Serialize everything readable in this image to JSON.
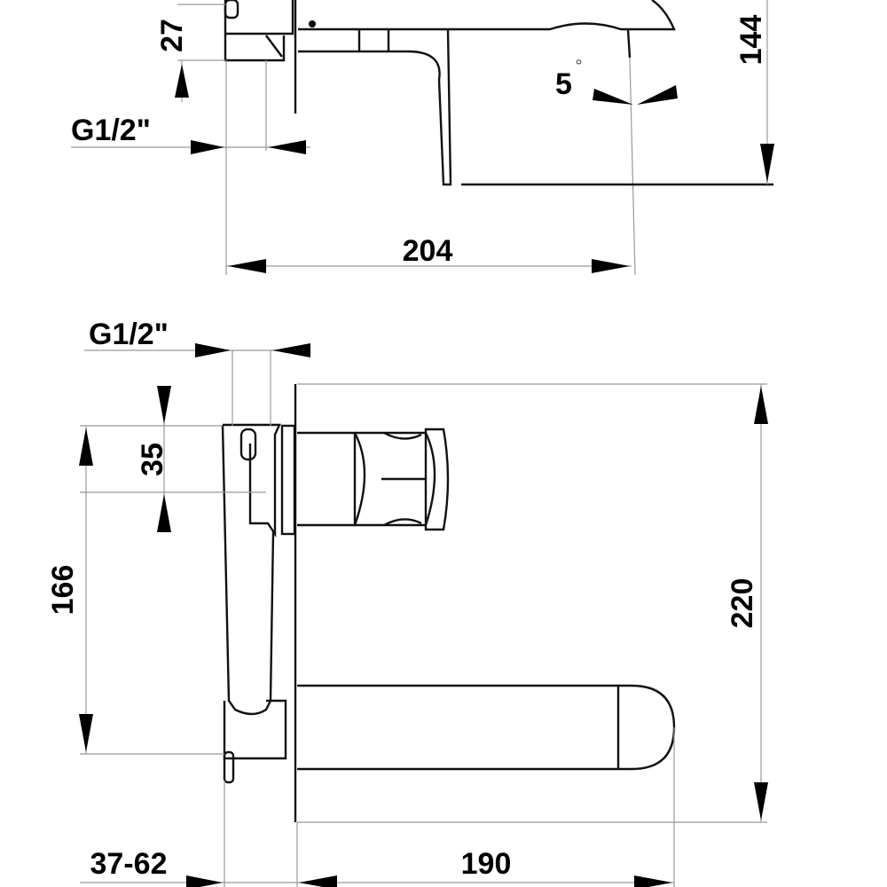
{
  "top_view": {
    "dim_height_body": "27",
    "dim_height_total": "144",
    "dim_angle": "5",
    "dim_angle_unit": "°",
    "dim_thread": "G1/2\"",
    "dim_length": "204"
  },
  "front_view": {
    "dim_thread": "G1/2\"",
    "dim_handle": "35",
    "dim_body": "166",
    "dim_plate_height": "220",
    "dim_wall_depth": "37-62",
    "dim_spout_length": "190"
  },
  "colors": {
    "line": "#111111",
    "extension": "#999999"
  }
}
